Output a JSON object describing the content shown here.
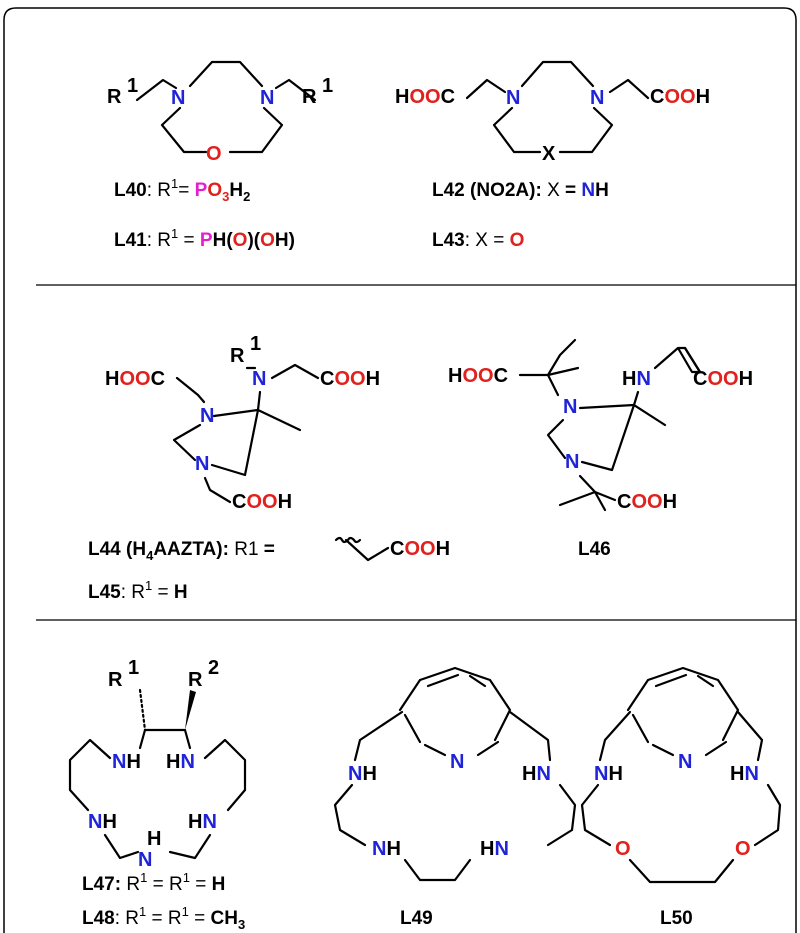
{
  "colors": {
    "nitrogen": "#1f24d8",
    "oxygen": "#e0211e",
    "phosphorus": "#e51fd0",
    "carbon": "#000000"
  },
  "atoms": {
    "N": "N",
    "O": "O",
    "X": "X",
    "NH": "NH",
    "HN": "HN",
    "H": "H",
    "R": "R",
    "one": "1",
    "two": "2",
    "HOO": "HOO",
    "C": "C",
    "COOH_C": "C",
    "COOH_OO": "OO",
    "COOH_H": "H"
  },
  "section1": {
    "L40": {
      "name": "L40",
      "sep": ": R",
      "sup": "1",
      "eq": "= ",
      "P": "P",
      "O": "O",
      "sub3": "3",
      "H": "H",
      "sub2": "2"
    },
    "L41": {
      "name": "L41",
      "sep": ": R",
      "sup": "1",
      "eq": " = ",
      "P": "P",
      "H": "H(",
      "O1": "O",
      "mid": ")(",
      "O2": "O",
      "end": "H)"
    },
    "L42": {
      "name": "L42 (NO2A)",
      "colon": ":",
      "x": " X ",
      "eq": "= ",
      "N": "N",
      "H": "H"
    },
    "L43": {
      "name": "L43",
      "colon": ": X = ",
      "O": "O"
    }
  },
  "section2": {
    "L44": {
      "name": "L44 (H",
      "sub4": "4",
      "rest": "AAZTA):",
      "r1": " R1 ",
      "eq": "="
    },
    "L45": {
      "name": "L45",
      "sep": ": R",
      "sup": "1",
      "eq": " = ",
      "H": "H"
    },
    "L46": {
      "name": "L46"
    }
  },
  "section3": {
    "L47": {
      "name": "L47:",
      "r": " R",
      "sup1": "1",
      "eq": " = R",
      "sup2": "1",
      "eq2": " = ",
      "H": "H"
    },
    "L48": {
      "name": "L48",
      "r": ": R",
      "sup1": "1",
      "eq": " = R",
      "sup2": "1",
      "eq2": " = ",
      "CH": "CH",
      "sub3": "3"
    },
    "L49": {
      "name": "L49"
    },
    "L50": {
      "name": "L50"
    }
  }
}
